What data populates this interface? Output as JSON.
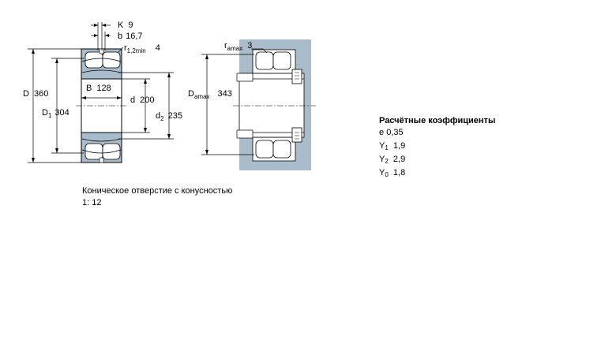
{
  "bearing_dims": {
    "K": {
      "label": "K",
      "value": "9"
    },
    "b": {
      "label": "b",
      "value": "16,7"
    },
    "r12min": {
      "label": "r",
      "sub": "1,2min",
      "value": "4"
    },
    "D": {
      "label": "D",
      "value": "360"
    },
    "D1": {
      "label": "D",
      "sub": "1",
      "value": "304"
    },
    "B": {
      "label": "B",
      "value": "128"
    },
    "d": {
      "label": "d",
      "value": "200"
    },
    "d2": {
      "label": "d",
      "sub": "2",
      "value": "235"
    }
  },
  "abutment_dims": {
    "ramax": {
      "label": "r",
      "sub": "amax",
      "value": "3"
    },
    "Damax": {
      "label": "D",
      "sub": "amax",
      "value": "343"
    }
  },
  "coefficients": {
    "title": "Расчётные коэффициенты",
    "rows": [
      {
        "label": "e",
        "sub": "",
        "value": "0,35"
      },
      {
        "label": "Y",
        "sub": "1",
        "value": "1,9"
      },
      {
        "label": "Y",
        "sub": "2",
        "value": "2,9"
      },
      {
        "label": "Y",
        "sub": "0",
        "value": "1,8"
      }
    ]
  },
  "taper_note": {
    "line1": "Коническое отверстие с конусностью",
    "line2": "1:  12"
  },
  "colors": {
    "housing_fill": "#a9bccb",
    "line": "#000000",
    "background": "#ffffff"
  }
}
